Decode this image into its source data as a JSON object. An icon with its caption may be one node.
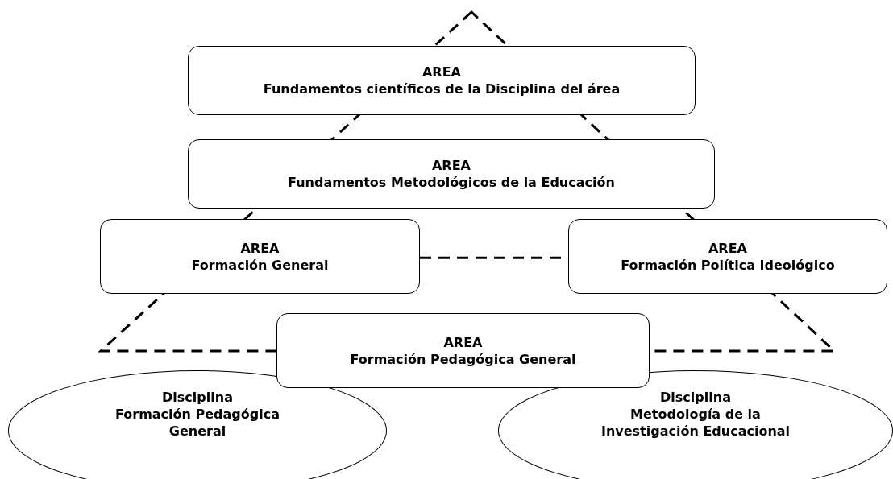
{
  "diagram": {
    "nodes": [
      {
        "text": [
          "AREA",
          "Fundamentos científicos de la Disciplina del área"
        ]
      },
      {
        "text": [
          "AREA",
          "Fundamentos Metodológicos de la Educación"
        ]
      },
      {
        "text": [
          "AREA",
          "Formación General"
        ]
      },
      {
        "text": [
          "AREA",
          "Formación Política Ideológico"
        ]
      },
      {
        "text": [
          "AREA",
          "Formación Pedagógica General"
        ]
      },
      {
        "text": [
          "Disciplina",
          "Formación Pedagógica General"
        ]
      },
      {
        "text": [
          "Disciplina",
          "Metodología de la Investigación Educacional"
        ]
      }
    ],
    "edges": [
      {
        "from": 2,
        "to": 3,
        "arrow": "none",
        "style": "dashed"
      }
    ]
  }
}
